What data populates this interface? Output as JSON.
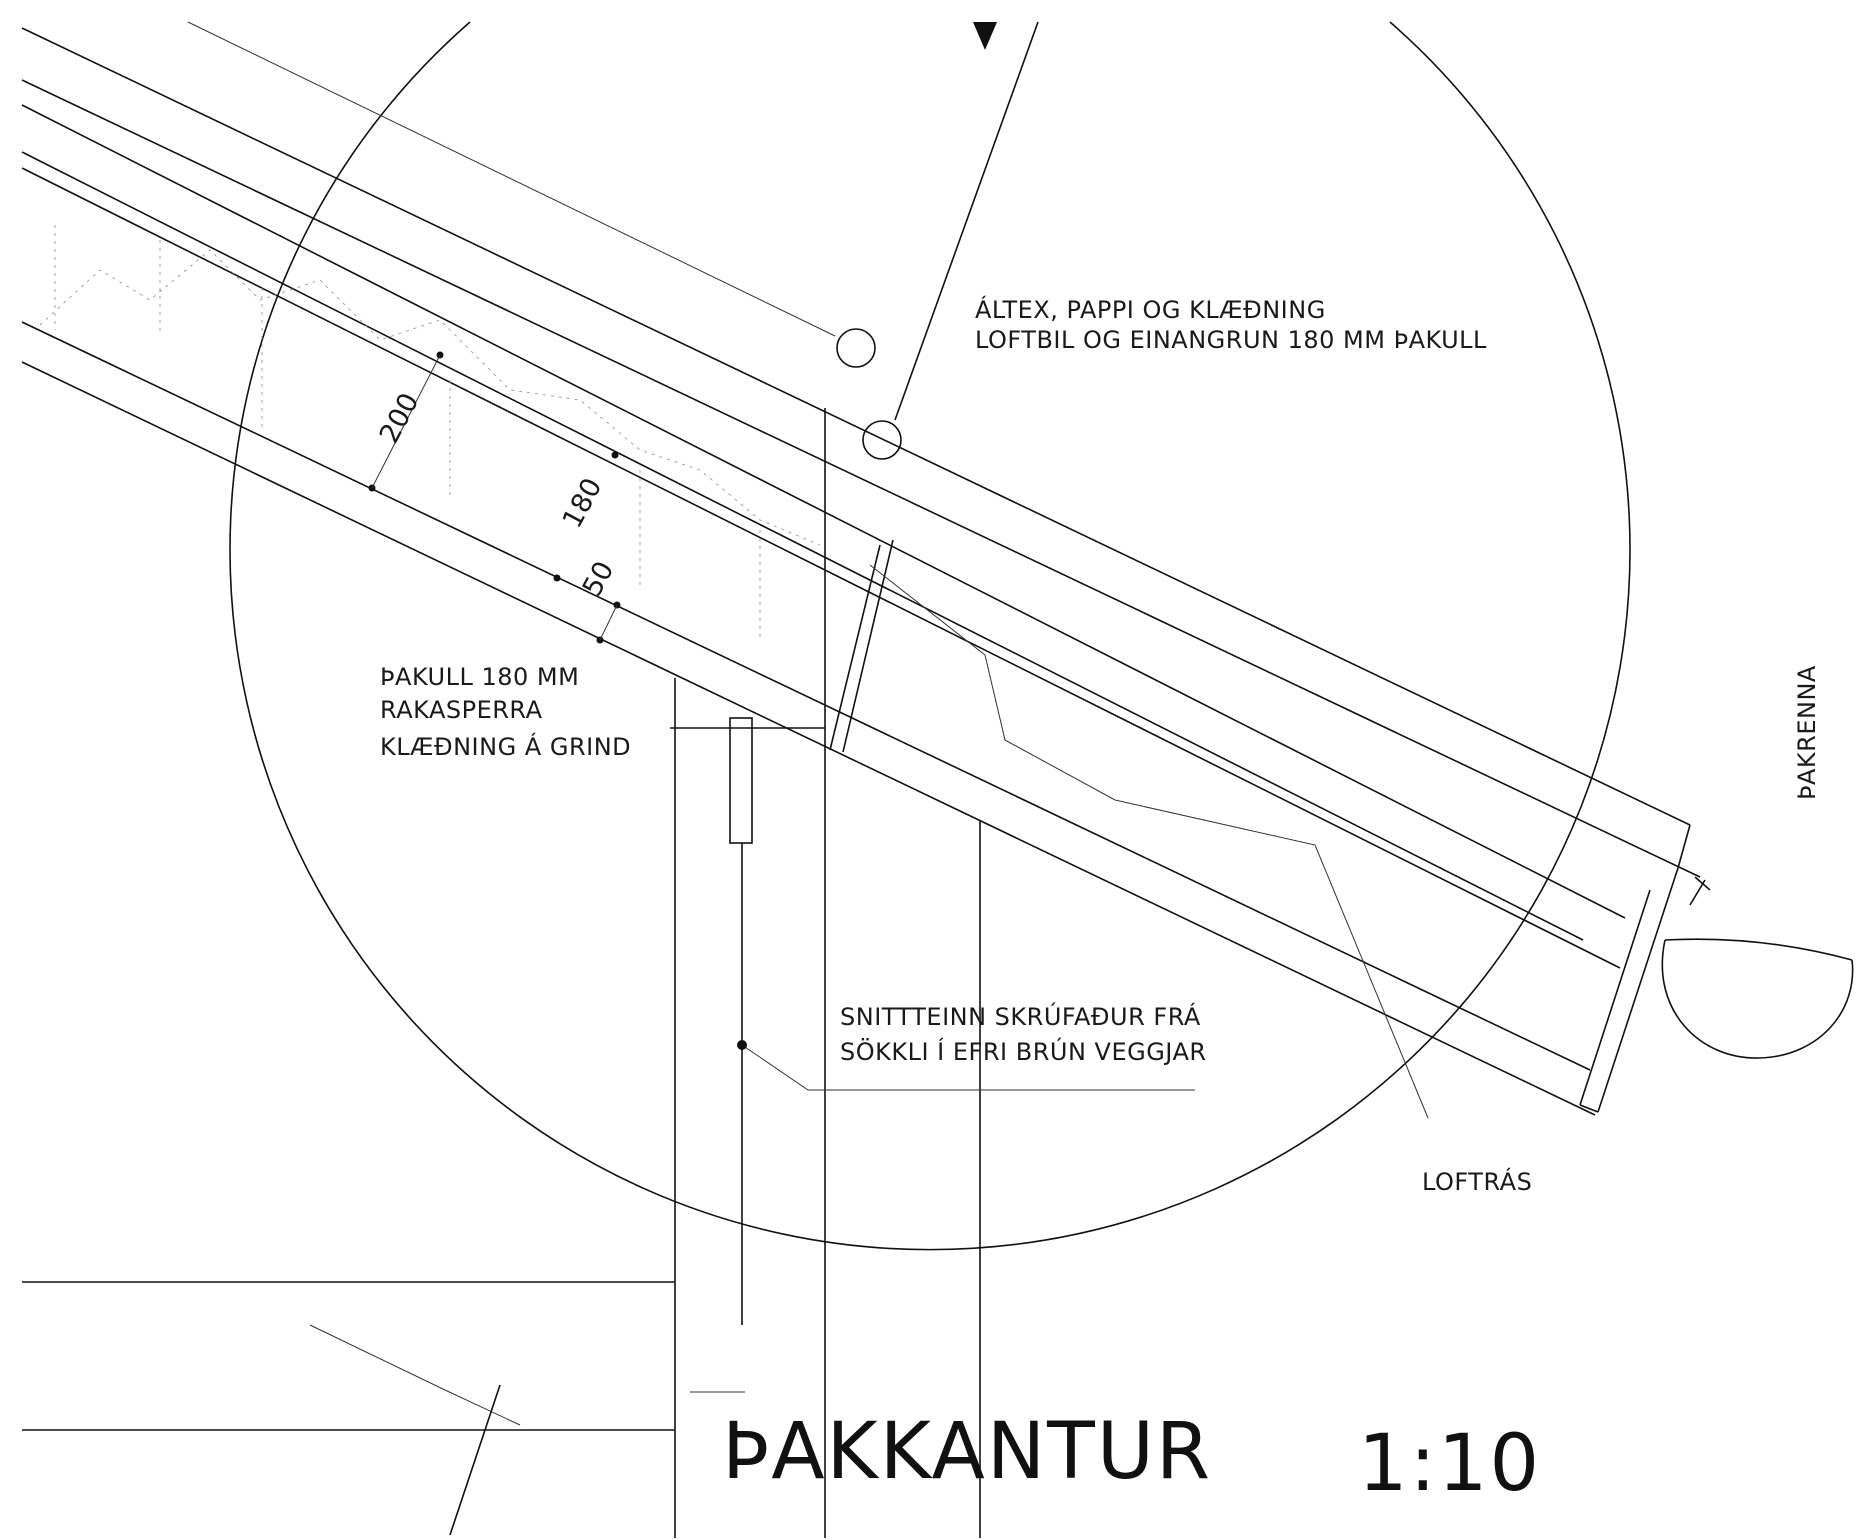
{
  "notes": {
    "roof_layers_line1": "ÁLTEX, PAPPI OG KLÆÐNING",
    "roof_layers_line2": "LOFTBIL OG EINANGRUN  180 MM ÞAKULL",
    "ceiling_line1": "ÞAKULL 180 MM",
    "ceiling_line2": "RAKASPERRA",
    "ceiling_line3": "KLÆÐNING Á GRIND",
    "anchor_line1": "SNITTTEINN  SKRÚFAÐUR  FRÁ",
    "anchor_line2": "SÖKKLI  Í  EFRI BRÚN VEGGJAR",
    "vent": "LOFTRÁS",
    "gutter": "ÞAKRENNA"
  },
  "dimensions": {
    "rafter_depth": "200",
    "insulation_depth": "180",
    "batten_depth": "50"
  },
  "title": {
    "name": "ÞAKKANTUR",
    "scale": "1:10"
  }
}
